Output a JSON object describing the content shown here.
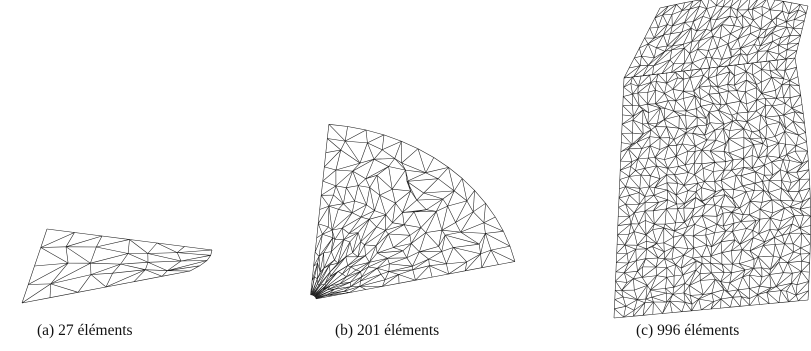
{
  "figure": {
    "panels": [
      {
        "label": "(a)",
        "elements": 27,
        "caption": "(a)  27 éléments"
      },
      {
        "label": "(b)",
        "elements": 201,
        "caption": "(b)  201 éléments"
      },
      {
        "label": "(c)",
        "elements": 996,
        "caption": "(c)  996 éléments"
      }
    ]
  },
  "colors": {
    "line": "#1a1a1a",
    "background": "#ffffff"
  }
}
